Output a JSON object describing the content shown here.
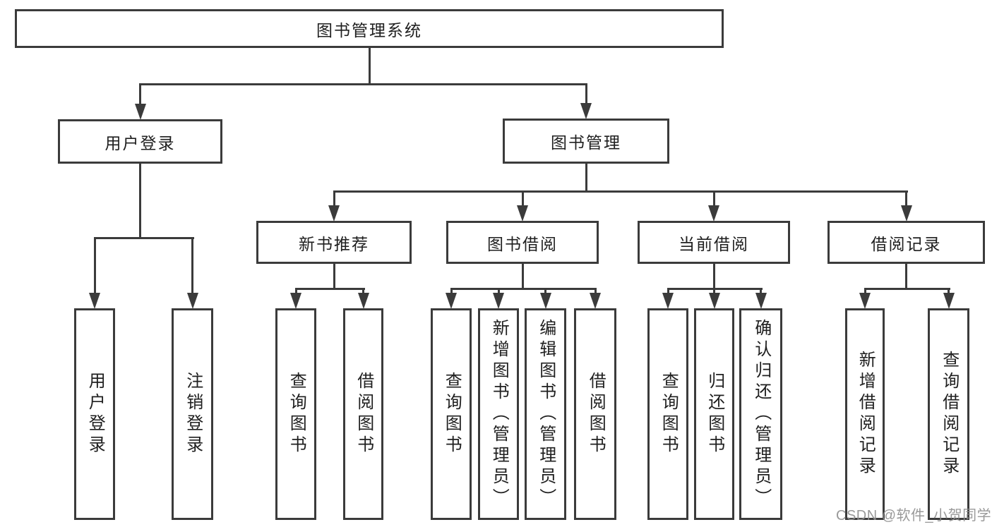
{
  "diagram_title": "图书管理系统",
  "nodes": {
    "system": {
      "label": "图书管理系统"
    },
    "user_login_branch": {
      "label": "用户登录"
    },
    "book_management": {
      "label": "图书管理"
    },
    "user_login_leaf": {
      "label": "用户登录"
    },
    "logout_login": {
      "label": "注销登录"
    },
    "new_book_recommend": {
      "label": "新书推荐"
    },
    "book_borrowing": {
      "label": "图书借阅"
    },
    "current_borrowing": {
      "label": "当前借阅"
    },
    "borrowing_records": {
      "label": "借阅记录"
    },
    "nbr_query_books": {
      "label": "查询图书"
    },
    "nbr_borrow_books": {
      "label": "借阅图书"
    },
    "bb_query_books": {
      "label": "查询图书"
    },
    "bb_add_books": {
      "label": "新增图书（管理员）"
    },
    "bb_edit_books": {
      "label": "编辑图书（管理员）"
    },
    "bb_borrow_books": {
      "label": "借阅图书"
    },
    "cb_query_books": {
      "label": "查询图书"
    },
    "cb_return_books": {
      "label": "归还图书"
    },
    "cb_confirm_return": {
      "label": "确认归还（管理员）"
    },
    "br_add_record": {
      "label": "新增借阅记录"
    },
    "br_query_record": {
      "label": "查询借阅记录"
    }
  },
  "watermark": {
    "text": "CSDN @软件_小贺同学"
  },
  "colors": {
    "line": "#3b3b3b",
    "text": "#1f1f1f",
    "watermark": "#8f8f8f",
    "background": "#ffffff"
  }
}
